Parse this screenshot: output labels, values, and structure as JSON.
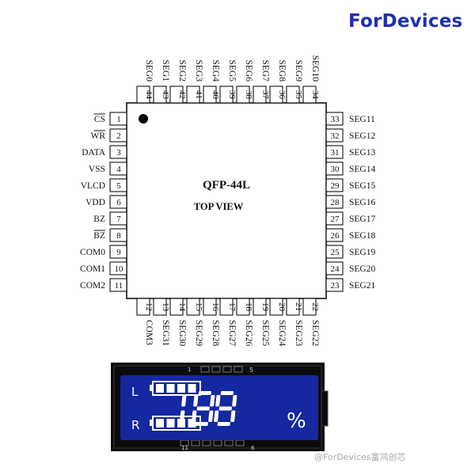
{
  "brand": "ForDevices",
  "chip": {
    "package": "QFP-44L",
    "view": "TOP VIEW"
  },
  "pins": {
    "left": [
      {
        "num": "1",
        "name": "CS",
        "overline": true
      },
      {
        "num": "2",
        "name": "WR",
        "overline": true
      },
      {
        "num": "3",
        "name": "DATA",
        "overline": false
      },
      {
        "num": "4",
        "name": "VSS",
        "overline": false
      },
      {
        "num": "5",
        "name": "VLCD",
        "overline": false
      },
      {
        "num": "6",
        "name": "VDD",
        "overline": false
      },
      {
        "num": "7",
        "name": "BZ",
        "overline": false
      },
      {
        "num": "8",
        "name": "BZ",
        "overline": true
      },
      {
        "num": "9",
        "name": "COM0",
        "overline": false
      },
      {
        "num": "10",
        "name": "COM1",
        "overline": false
      },
      {
        "num": "11",
        "name": "COM2",
        "overline": false
      }
    ],
    "bottom": [
      {
        "num": "12",
        "name": "COM3"
      },
      {
        "num": "13",
        "name": "SEG31"
      },
      {
        "num": "14",
        "name": "SEG30"
      },
      {
        "num": "15",
        "name": "SEG29"
      },
      {
        "num": "16",
        "name": "SEG28"
      },
      {
        "num": "17",
        "name": "SEG27"
      },
      {
        "num": "18",
        "name": "SEG26"
      },
      {
        "num": "19",
        "name": "SEG25"
      },
      {
        "num": "20",
        "name": "SEG24"
      },
      {
        "num": "21",
        "name": "SEG23"
      },
      {
        "num": "22",
        "name": "SEG22"
      }
    ],
    "right": [
      {
        "num": "33",
        "name": "SEG11"
      },
      {
        "num": "32",
        "name": "SEG12"
      },
      {
        "num": "31",
        "name": "SEG13"
      },
      {
        "num": "30",
        "name": "SEG14"
      },
      {
        "num": "29",
        "name": "SEG15"
      },
      {
        "num": "28",
        "name": "SEG16"
      },
      {
        "num": "27",
        "name": "SEG17"
      },
      {
        "num": "26",
        "name": "SEG18"
      },
      {
        "num": "25",
        "name": "SEG19"
      },
      {
        "num": "24",
        "name": "SEG20"
      },
      {
        "num": "23",
        "name": "SEG21"
      }
    ],
    "top": [
      {
        "num": "44",
        "name": "SEG0"
      },
      {
        "num": "43",
        "name": "SEG1"
      },
      {
        "num": "42",
        "name": "SEG2"
      },
      {
        "num": "41",
        "name": "SEG3"
      },
      {
        "num": "40",
        "name": "SEG4"
      },
      {
        "num": "39",
        "name": "SEG5"
      },
      {
        "num": "38",
        "name": "SEG6"
      },
      {
        "num": "37",
        "name": "SEG7"
      },
      {
        "num": "36",
        "name": "SEG8"
      },
      {
        "num": "35",
        "name": "SEG9"
      },
      {
        "num": "34",
        "name": "SEG10"
      }
    ]
  },
  "lcd": {
    "top_marks": [
      "1",
      "5"
    ],
    "bottom_marks": [
      "11",
      "6"
    ],
    "left_channel": "L",
    "right_channel": "R",
    "digits": "188",
    "unit": "%",
    "battery_bars": 4,
    "colors": {
      "panel": "#1428a0",
      "frame": "#0b0b0b",
      "ink": "#ffffff"
    }
  },
  "watermark": "@ForDevices富鸿创芯"
}
